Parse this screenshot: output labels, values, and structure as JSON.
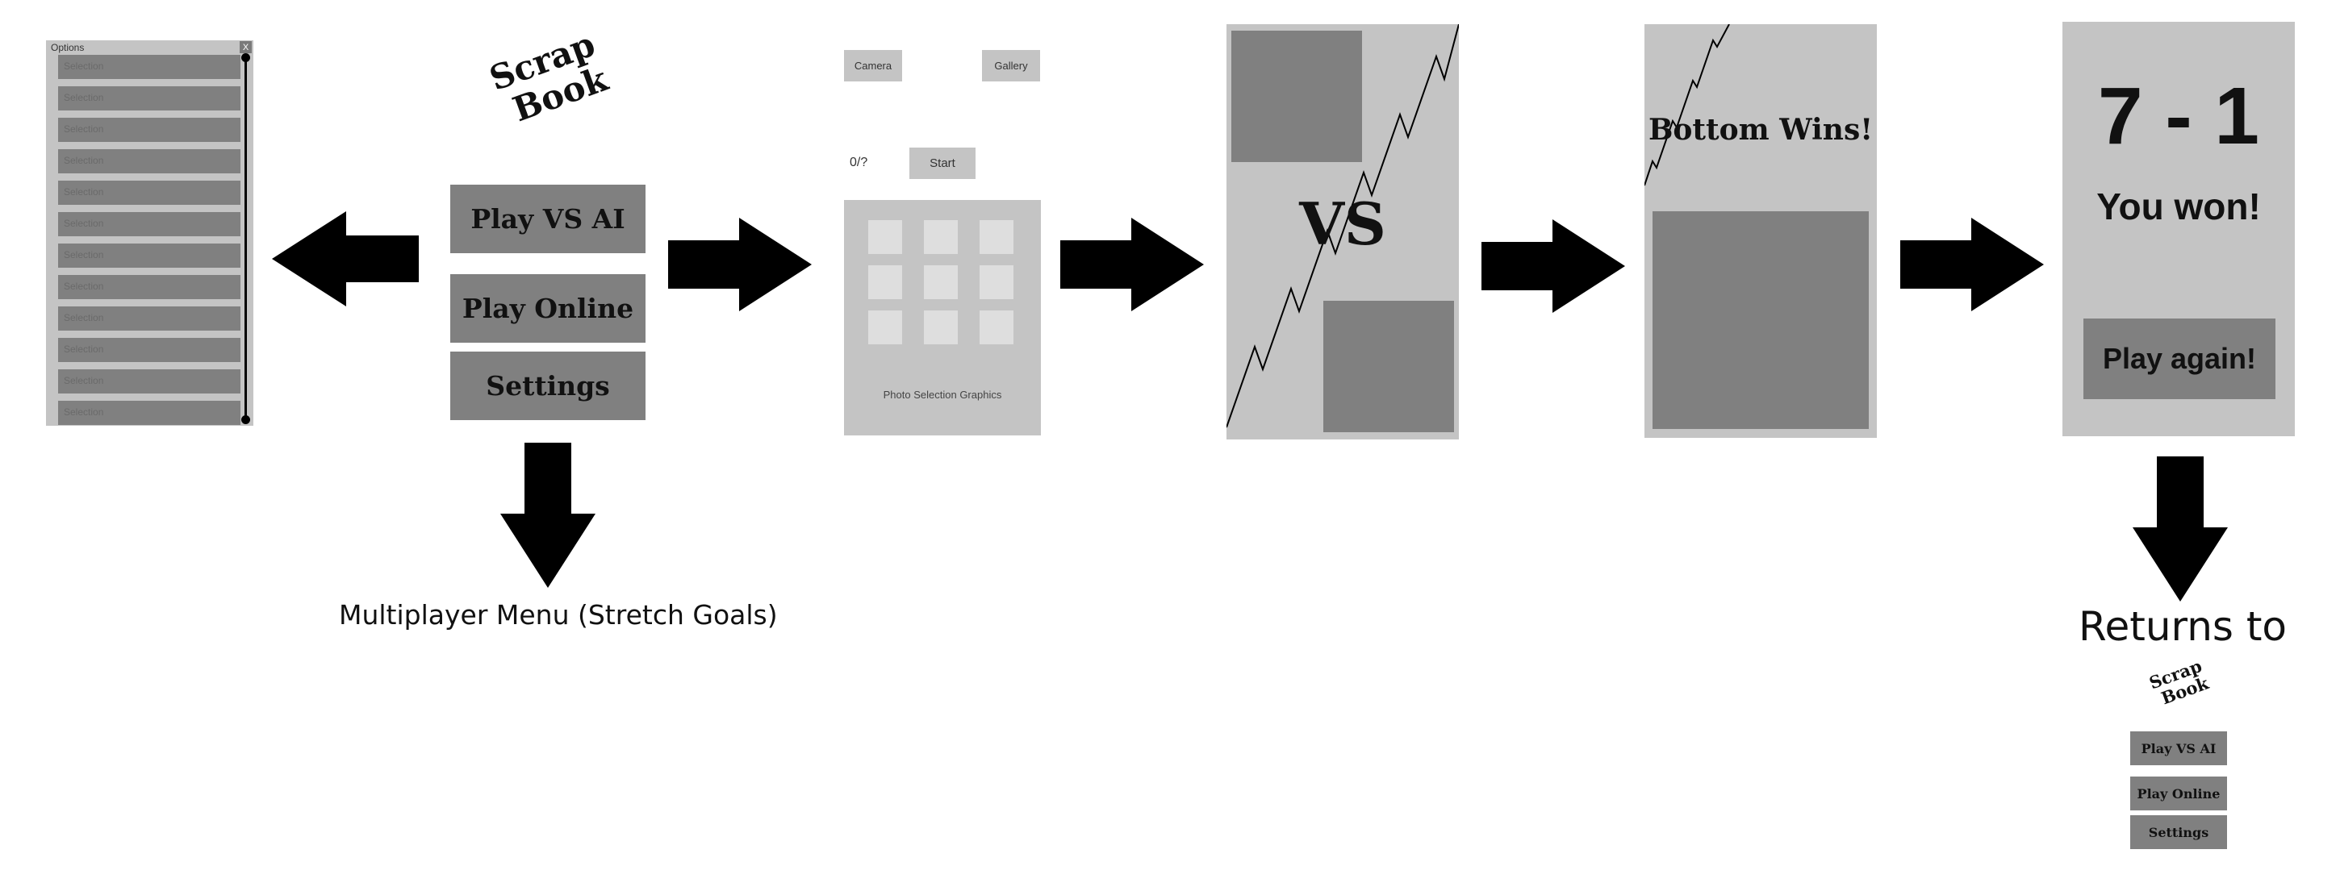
{
  "options_panel": {
    "title": "Options",
    "close_label": "X",
    "items": [
      "Selection",
      "Selection",
      "Selection",
      "Selection",
      "Selection",
      "Selection",
      "Selection",
      "Selection",
      "Selection",
      "Selection",
      "Selection",
      "Selection"
    ]
  },
  "main_menu": {
    "logo_line1": "Scrap",
    "logo_line2": "Book",
    "buttons": [
      "Play VS AI",
      "Play Online",
      "Settings"
    ]
  },
  "multiplayer_note": "Multiplayer Menu (Stretch Goals)",
  "photo_screen": {
    "camera_label": "Camera",
    "gallery_label": "Gallery",
    "counter": "0/?",
    "start_label": "Start",
    "grid_caption": "Photo Selection Graphics"
  },
  "versus_screen": {
    "vs_label": "VS"
  },
  "result_screen": {
    "headline": "Bottom Wins!"
  },
  "score_screen": {
    "score": "7 - 1",
    "message": "You won!",
    "play_again_label": "Play again!"
  },
  "returns_note": {
    "text": "Returns to",
    "logo_line1": "Scrap",
    "logo_line2": "Book",
    "buttons": [
      "Play VS AI",
      "Play Online",
      "Settings"
    ]
  },
  "colors": {
    "screen_bg": "#c4c4c4",
    "button_bg": "#808080",
    "tile": "#dedede",
    "arrow": "#000000"
  },
  "icons": [
    "arrow-left-icon",
    "arrow-right-icon",
    "arrow-down-icon"
  ]
}
